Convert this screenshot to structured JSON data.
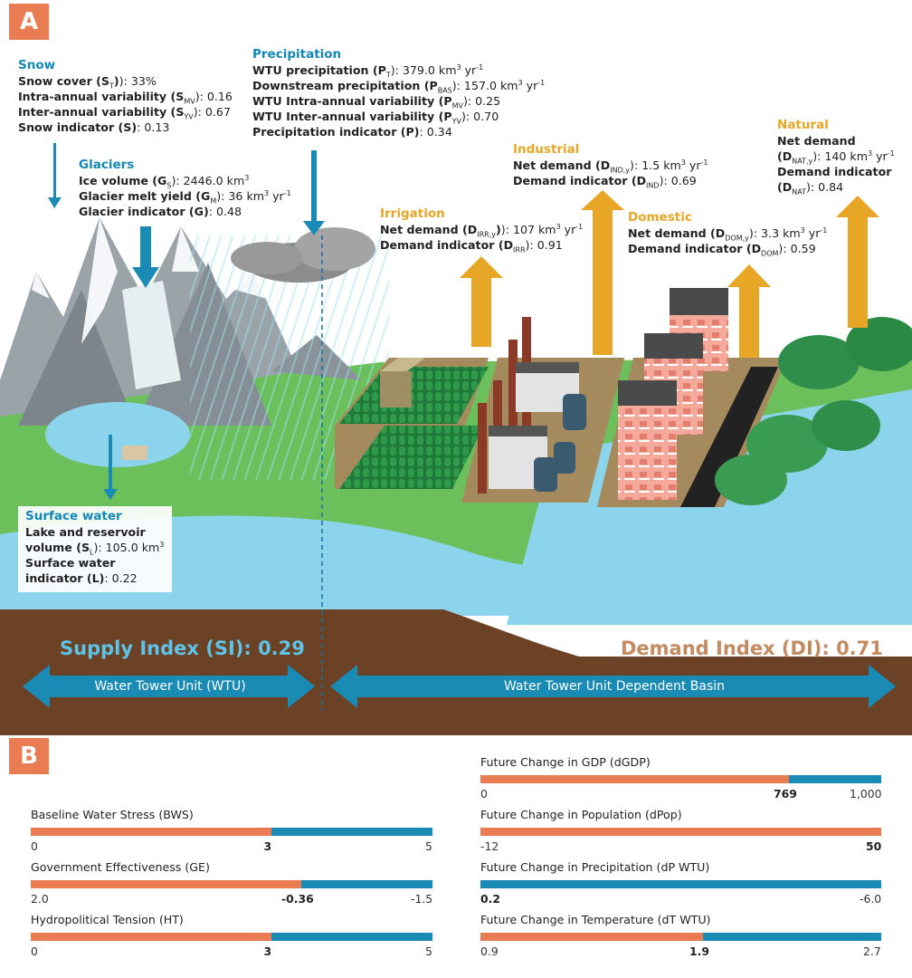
{
  "panels": {
    "a": "A",
    "b": "B"
  },
  "snow": {
    "title": "Snow",
    "cover_label": "Snow cover (S",
    "cover_sub": "T",
    "cover_value": "): 33%",
    "intra_label": "Intra-annual variability (S",
    "intra_sub": "MV",
    "intra_value": "): 0.16",
    "inter_label": "Inter-annual variability (S",
    "inter_sub": "YV",
    "inter_value": "): 0.67",
    "indicator_label": "Snow indicator (S)",
    "indicator_value": ": 0.13"
  },
  "glaciers": {
    "title": "Glaciers",
    "ice_label": "Ice volume (G",
    "ice_sub": "S",
    "ice_value": "): 2446.0  km",
    "ice_sup": "3",
    "melt_label": "Glacier melt yield (G",
    "melt_sub": "M",
    "melt_value": "): 36 km",
    "melt_sup": "3",
    "melt_unit": " yr",
    "melt_sup2": "-1",
    "indicator_label": "Glacier indicator (G)",
    "indicator_value": ": 0.48"
  },
  "precipitation": {
    "title": "Precipitation",
    "wtu_label": "WTU precipitation (P",
    "wtu_sub": "T",
    "wtu_value": "): 379.0  km",
    "wtu_sup": "3",
    "wtu_unit": " yr",
    "wtu_sup2": "-1",
    "down_label": "Downstream precipitation (P",
    "down_sub": "BAS",
    "down_value": "): 157.0  km",
    "down_sup": "3",
    "down_unit": " yr",
    "down_sup2": "-1",
    "intra_label": "WTU Intra-annual variability (P",
    "intra_sub": "MV",
    "intra_value": "): 0.25",
    "inter_label": "WTU Inter-annual variability (P",
    "inter_sub": "YV",
    "inter_value": "): 0.70",
    "indicator_label": "Precipitation indicator (P)",
    "indicator_value": ": 0.34"
  },
  "surface_water": {
    "title": "Surface water",
    "line1": "Lake and reservoir",
    "vol_label": "volume (S",
    "vol_sub": "L",
    "vol_value": "): 105.0 km",
    "vol_sup": "3",
    "line3": "Surface water",
    "indicator_label": "indicator (L)",
    "indicator_value": ": 0.22"
  },
  "irrigation": {
    "title": "Irrigation",
    "net_label": "Net demand (D",
    "net_sub": "IRR,y",
    "net_value": "): 107  km",
    "net_sup": "3",
    "net_unit": " yr",
    "net_sup2": "-1",
    "ind_label": "Demand indicator (D",
    "ind_sub": "IRR",
    "ind_value": "): 0.91"
  },
  "industrial": {
    "title": "Industrial",
    "net_label": "Net demand (D",
    "net_sub": "IND,y",
    "net_value": "): 1.5  km",
    "net_sup": "3",
    "net_unit": " yr",
    "net_sup2": "-1",
    "ind_label": "Demand indicator (D",
    "ind_sub": "IND",
    "ind_value": "): 0.69"
  },
  "domestic": {
    "title": "Domestic",
    "net_label": "Net demand (D",
    "net_sub": "DOM,y",
    "net_value": "): 3.3  km",
    "net_sup": "3",
    "net_unit": " yr",
    "net_sup2": "-1",
    "ind_label": "Demand indicator (D",
    "ind_sub": "DOM",
    "ind_value": "): 0.59"
  },
  "natural": {
    "title": "Natural",
    "line1": "Net demand",
    "net_label": "(D",
    "net_sub": "NAT,y",
    "net_value": "): 140 km",
    "net_sup": "3",
    "net_unit": " yr",
    "net_sup2": "-1",
    "line3": "Demand indicator",
    "ind_label": "(D",
    "ind_sub": "NAT",
    "ind_value": "): 0.84"
  },
  "supply_index": "Supply Index (SI): 0.29",
  "demand_index": "Demand Index (DI): 0.71",
  "wtu_arrow": "Water Tower Unit (WTU)",
  "basin_arrow": "Water Tower Unit Dependent Basin",
  "colors": {
    "blue": "#1288b8",
    "orange": "#e8a626",
    "bar_orange": "#ea7c53",
    "bar_blue": "#1a8bb5",
    "badge": "#ea7c53",
    "soil": "#6b4226",
    "water": "#8cd3ec",
    "grass": "#6cc05b"
  },
  "chart_data": [
    {
      "type": "bar",
      "title": "Baseline Water Stress (BWS)",
      "min": "0",
      "value": "3",
      "max": "5",
      "fraction": 0.6
    },
    {
      "type": "bar",
      "title": "Government Effectiveness (GE)",
      "min": "2.0",
      "value": "-0.36",
      "max": "-1.5",
      "fraction": 0.674
    },
    {
      "type": "bar",
      "title": "Hydropolitical Tension (HT)",
      "min": "0",
      "value": "3",
      "max": "5",
      "fraction": 0.6
    },
    {
      "type": "bar",
      "title": "Future Change in GDP (dGDP)",
      "min": "0",
      "value": "769",
      "max": "1,000",
      "fraction": 0.769
    },
    {
      "type": "bar",
      "title": "Future Change in Population (dPop)",
      "min": "-12",
      "value": "50",
      "max": "",
      "fraction": 1.0
    },
    {
      "type": "bar",
      "title": "Future Change in Precipitation (dP WTU)",
      "min": "",
      "value": "0.2",
      "max": "-6.0",
      "fraction": 0.0
    },
    {
      "type": "bar",
      "title": "Future Change in Temperature (dT WTU)",
      "min": "0.9",
      "value": "1.9",
      "max": "2.7",
      "fraction": 0.556
    }
  ]
}
